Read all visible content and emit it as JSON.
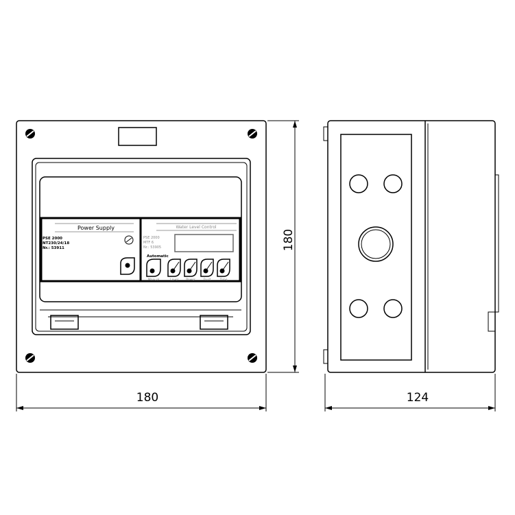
{
  "dimensions": {
    "front_width": "180",
    "height": "180",
    "side_depth": "124"
  },
  "panel_left": {
    "title": "Power Supply",
    "lines": [
      "PSE 2000",
      "NT230/24/18",
      "Nr.: 53911"
    ]
  },
  "panel_right": {
    "title": "Water Level Control",
    "lines": [
      "PSE 2000",
      "MTF 6",
      "Nr.: 53905"
    ],
    "mode_label": "Automatic",
    "buttons": [
      "Manual",
      "Level",
      "Power",
      "Fault",
      "Time"
    ]
  }
}
